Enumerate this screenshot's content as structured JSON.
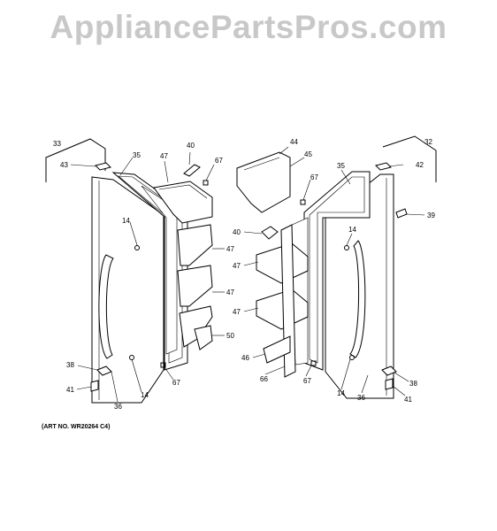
{
  "watermark": "AppliancePartsPros.com",
  "art_number": "(ART NO. WR20264 C4)",
  "callouts": {
    "c33": "33",
    "c43_l": "43",
    "c35_l": "35",
    "c47_top": "47",
    "c40_top": "40",
    "c67_top_l": "67",
    "c14_l_upper": "14",
    "c47_r1": "47",
    "c47_r2": "47",
    "c50": "50",
    "c38_l": "38",
    "c41_l": "41",
    "c36_l": "36",
    "c14_l_lower": "14",
    "c67_l_lower": "67",
    "c44": "44",
    "c45": "45",
    "c67_top_r": "67",
    "c35_r": "35",
    "c42": "42",
    "c32": "32",
    "c39": "39",
    "c40_mid": "40",
    "c14_r_upper": "14",
    "c47_l1": "47",
    "c47_l2": "47",
    "c46": "46",
    "c66": "66",
    "c67_r_lower": "67",
    "c14_r_lower": "14",
    "c36_r": "36",
    "c38_r": "38",
    "c41_r": "41"
  }
}
